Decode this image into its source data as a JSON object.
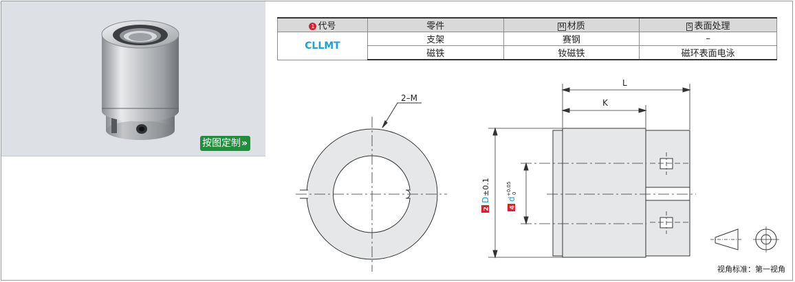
{
  "product_image": {
    "badge_label": "按图定制",
    "badge_arrow": "»"
  },
  "table": {
    "headers": {
      "code": "代号",
      "code_marker": "1",
      "part": "零件",
      "material": "材质",
      "material_marker": "M",
      "surface": "表面处理",
      "surface_marker": "S"
    },
    "code_value": "CLLMT",
    "rows": [
      {
        "part": "支架",
        "material": "赛钢",
        "surface": "–"
      },
      {
        "part": "磁铁",
        "material": "钕磁铁",
        "surface": "磁环表面电泳"
      }
    ]
  },
  "drawing": {
    "dim_L": "L",
    "dim_K": "K",
    "dim_2M": "2–M",
    "dim_D_marker": "2",
    "dim_D_letter": "D",
    "dim_D_tol": "±0.1",
    "dim_d_marker": "4",
    "dim_d_letter": "d",
    "dim_d_tol_upper": "+0.05",
    "dim_d_tol_lower": "0",
    "projection_label": "视角标准：第一视角"
  },
  "colors": {
    "accent_blue": "#1aa3d9",
    "marker_red": "#d8202f",
    "badge_green": "#1f8f3c",
    "part_gray": "#e6e7e8"
  }
}
